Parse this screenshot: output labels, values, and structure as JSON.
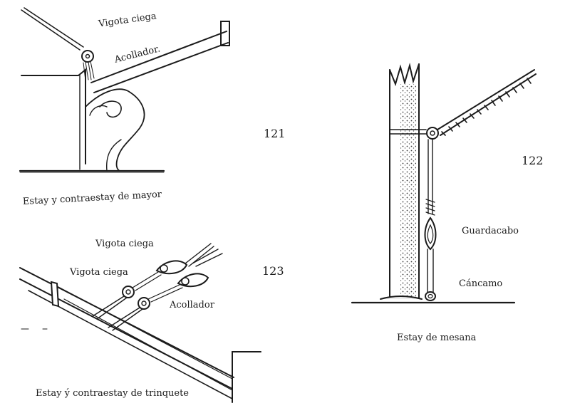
{
  "fig121": {
    "number": "121",
    "label_vigota": "Vigota ciega",
    "label_acollador": "Acollador.",
    "caption": "Estay y contraestay de mayor"
  },
  "fig122": {
    "number": "122",
    "label_guardacabo": "Guardacabo",
    "label_cancamo": "Cáncamo",
    "caption": "Estay de mesana"
  },
  "fig123": {
    "number": "123",
    "label_vigota_top": "Vigota ciega",
    "label_vigota_mid": "Vigota ciega",
    "label_acollador": "Acollador",
    "caption": "Estay ý contraestay de trinquete"
  }
}
